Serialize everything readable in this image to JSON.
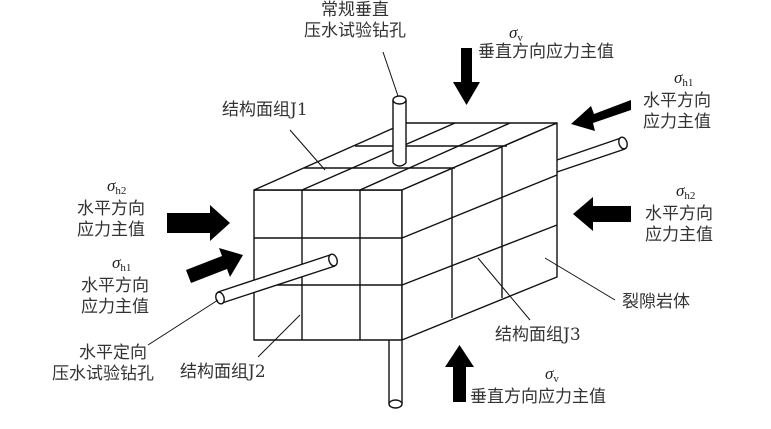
{
  "title": "裂隙岩体应力与压水试验钻孔示意图",
  "colors": {
    "line": "#111111",
    "arrow": "#000000",
    "text": "#333333",
    "background": "#ffffff"
  },
  "labels": {
    "vertical_borehole": [
      "常规垂直",
      "压水试验钻孔"
    ],
    "horizontal_borehole": [
      "水平定向",
      "压水试验钻孔"
    ],
    "j1": "结构面组J1",
    "j2": "结构面组J2",
    "j3": "结构面组J3",
    "rock_mass": "裂隙岩体"
  },
  "stresses": {
    "sigma_v_top": {
      "symbol": "σ",
      "sub": "v",
      "text": "垂直方向应力主值",
      "direction": "down"
    },
    "sigma_v_bottom": {
      "symbol": "σ",
      "sub": "v",
      "text": "垂直方向应力主值",
      "direction": "up"
    },
    "sigma_h1_right": {
      "symbol": "σ",
      "sub": "h1",
      "lines": [
        "水平方向",
        "应力主值"
      ],
      "direction": "left-down"
    },
    "sigma_h2_right": {
      "symbol": "σ",
      "sub": "h2",
      "lines": [
        "水平方向",
        "应力主值"
      ],
      "direction": "left"
    },
    "sigma_h2_left": {
      "symbol": "σ",
      "sub": "h2",
      "lines": [
        "水平方向",
        "应力主值"
      ],
      "direction": "right"
    },
    "sigma_h1_left": {
      "symbol": "σ",
      "sub": "h1",
      "lines": [
        "水平方向",
        "应力主值"
      ],
      "direction": "right-up"
    }
  }
}
